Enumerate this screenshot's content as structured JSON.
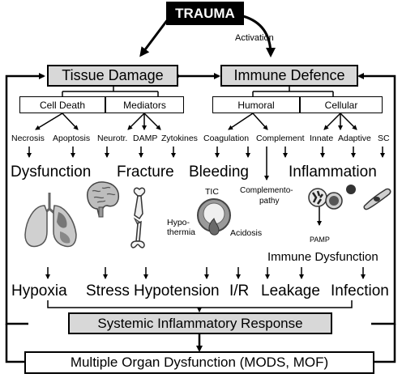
{
  "trauma": "TRAUMA",
  "activation": "Activation",
  "tissue_damage": "Tissue Damage",
  "immune_defence": "Immune Defence",
  "categories": {
    "cell_death": "Cell Death",
    "mediators": "Mediators",
    "humoral": "Humoral",
    "cellular": "Cellular"
  },
  "processes": {
    "necrosis": "Necrosis",
    "apoptosis": "Apoptosis",
    "neurotr": "Neurotr.",
    "damp": "DAMP",
    "zytokines": "Zytokines",
    "coagulation": "Coagulation",
    "complement": "Complement",
    "innate": "Innate",
    "adaptive": "Adaptive",
    "sc": "SC"
  },
  "effects": {
    "dysfunction": "Dysfunction",
    "fracture": "Fracture",
    "bleeding": "Bleeding",
    "inflammation": "Inflammation"
  },
  "annotations": {
    "tic": "TIC",
    "hypothermia_1": "Hypo-",
    "hypothermia_2": "thermia",
    "acidosis": "Acidosis",
    "complementopathy_1": "Complemento-",
    "complementopathy_2": "pathy",
    "pamp": "PAMP",
    "immune_dysfunction": "Immune Dysfunction"
  },
  "outcomes": [
    "Hypoxia",
    "Stress",
    "Hypotension",
    "I/R",
    "Leakage",
    "Infection"
  ],
  "sirs": "Systemic Inflammatory Response",
  "mods": "Multiple Organ Dysfunction (MODS, MOF)",
  "icons": [
    "lungs-icon",
    "brain-icon",
    "bone-icon",
    "coagulation-triad-icon",
    "immune-cells-icon"
  ],
  "colors": {
    "box_fill": "#d8d8d8",
    "trauma_fill": "#000000",
    "line": "#000000"
  }
}
